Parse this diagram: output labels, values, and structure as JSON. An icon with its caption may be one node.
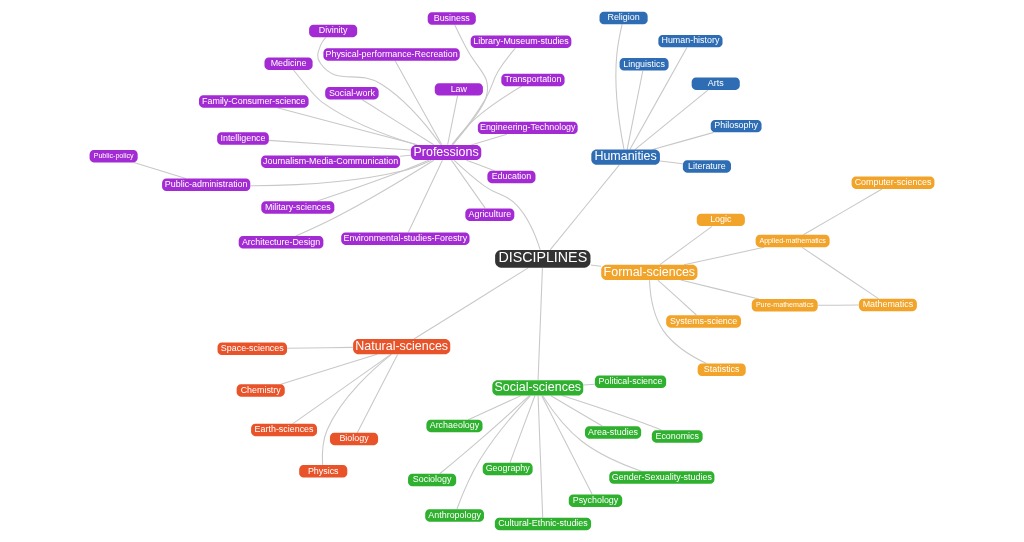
{
  "diagram": {
    "nodes": [
      {
        "text": [
          "DISCIPLINES"
        ]
      },
      {
        "text": [
          "Education"
        ]
      },
      {
        "text": [
          "Professions"
        ]
      },
      {
        "text": [
          "Archaeology"
        ]
      },
      {
        "text": [
          "Area-studies"
        ]
      },
      {
        "text": [
          "Geography"
        ]
      },
      {
        "text": [
          "Anthropology"
        ]
      },
      {
        "text": [
          "Social-sciences"
        ]
      },
      {
        "text": [
          "Cultural-Ethnic-studies"
        ]
      },
      {
        "text": [
          "Gender-Sexuality-studies"
        ]
      },
      {
        "text": [
          "Psychology"
        ]
      },
      {
        "text": [
          "Sociology"
        ]
      },
      {
        "text": [
          "Economics"
        ]
      },
      {
        "text": [
          "Political-science"
        ]
      },
      {
        "text": [
          "Physical-performance-Recreation"
        ]
      },
      {
        "text": [
          "Environmental-studies-Forestry"
        ]
      },
      {
        "text": [
          "Agriculture"
        ]
      },
      {
        "text": [
          "Medicine"
        ]
      },
      {
        "text": [
          "Family-Consumer-science"
        ]
      },
      {
        "text": [
          "Social-work"
        ]
      },
      {
        "text": [
          "Public-administration"
        ]
      },
      {
        "text": [
          "Public-policy"
        ]
      },
      {
        "text": [
          "Law"
        ]
      },
      {
        "text": [
          "Human-history"
        ]
      },
      {
        "text": [
          "Religion"
        ]
      },
      {
        "text": [
          "Literature"
        ]
      },
      {
        "text": [
          "Arts"
        ]
      },
      {
        "text": [
          "Journalism-Media-Communication"
        ]
      },
      {
        "text": [
          "Humanities"
        ]
      },
      {
        "text": [
          "Philosophy"
        ]
      },
      {
        "text": [
          "Linguistics"
        ]
      },
      {
        "text": [
          "Physics"
        ]
      },
      {
        "text": [
          "Natural-sciences"
        ]
      },
      {
        "text": [
          "Chemistry"
        ]
      },
      {
        "text": [
          "Biology"
        ]
      },
      {
        "text": [
          "Earth-sciences"
        ]
      },
      {
        "text": [
          "Space-sciences"
        ]
      },
      {
        "text": [
          "Library-Museum-studies"
        ]
      },
      {
        "text": [
          "Intelligence"
        ]
      },
      {
        "text": [
          "Military-sciences"
        ]
      },
      {
        "text": [
          "Divinity"
        ]
      },
      {
        "text": [
          "Computer-sciences"
        ]
      },
      {
        "text": [
          "Applied-mathematics"
        ]
      },
      {
        "text": [
          "Logic"
        ]
      },
      {
        "text": [
          "Formal-sciences"
        ]
      },
      {
        "text": [
          "Pure-mathematics"
        ]
      },
      {
        "text": [
          "Mathematics"
        ]
      },
      {
        "text": [
          "Statistics"
        ]
      },
      {
        "text": [
          "Systems-science"
        ]
      },
      {
        "text": [
          "Engineering-Technology"
        ]
      },
      {
        "text": [
          "Architecture-Design"
        ]
      },
      {
        "text": [
          "Transportation"
        ]
      },
      {
        "text": [
          "Business"
        ]
      }
    ],
    "edges": [
      {
        "from": 0,
        "to": 7,
        "arrow": "none"
      },
      {
        "from": 0,
        "to": 32,
        "arrow": "none"
      },
      {
        "from": 0,
        "to": 44,
        "arrow": "none"
      },
      {
        "from": 0,
        "to": 2,
        "arrow": "none"
      },
      {
        "from": 0,
        "to": 28,
        "arrow": "none"
      },
      {
        "from": 7,
        "to": 3,
        "arrow": "none"
      },
      {
        "from": 7,
        "to": 4,
        "arrow": "none"
      },
      {
        "from": 7,
        "to": 5,
        "arrow": "none"
      },
      {
        "from": 7,
        "to": 6,
        "arrow": "none"
      },
      {
        "from": 7,
        "to": 8,
        "arrow": "none"
      },
      {
        "from": 7,
        "to": 9,
        "arrow": "none"
      },
      {
        "from": 7,
        "to": 10,
        "arrow": "none"
      },
      {
        "from": 7,
        "to": 11,
        "arrow": "none"
      },
      {
        "from": 7,
        "to": 12,
        "arrow": "none"
      },
      {
        "from": 7,
        "to": 13,
        "arrow": "none"
      },
      {
        "from": 32,
        "to": 31,
        "arrow": "none"
      },
      {
        "from": 32,
        "to": 33,
        "arrow": "none"
      },
      {
        "from": 32,
        "to": 34,
        "arrow": "none"
      },
      {
        "from": 32,
        "to": 35,
        "arrow": "none"
      },
      {
        "from": 32,
        "to": 36,
        "arrow": "none"
      },
      {
        "from": 44,
        "to": 42,
        "arrow": "none"
      },
      {
        "from": 44,
        "to": 43,
        "arrow": "none"
      },
      {
        "from": 44,
        "to": 45,
        "arrow": "none"
      },
      {
        "from": 44,
        "to": 47,
        "arrow": "none"
      },
      {
        "from": 44,
        "to": 48,
        "arrow": "none"
      },
      {
        "from": 42,
        "to": 41,
        "arrow": "none"
      },
      {
        "from": 42,
        "to": 46,
        "arrow": "none"
      },
      {
        "from": 45,
        "to": 46,
        "arrow": "none"
      },
      {
        "from": 2,
        "to": 1,
        "arrow": "none"
      },
      {
        "from": 2,
        "to": 14,
        "arrow": "none"
      },
      {
        "from": 2,
        "to": 15,
        "arrow": "none"
      },
      {
        "from": 2,
        "to": 16,
        "arrow": "none"
      },
      {
        "from": 2,
        "to": 17,
        "arrow": "none"
      },
      {
        "from": 2,
        "to": 18,
        "arrow": "none"
      },
      {
        "from": 2,
        "to": 19,
        "arrow": "none"
      },
      {
        "from": 2,
        "to": 20,
        "arrow": "none"
      },
      {
        "from": 2,
        "to": 22,
        "arrow": "none"
      },
      {
        "from": 2,
        "to": 27,
        "arrow": "none"
      },
      {
        "from": 2,
        "to": 37,
        "arrow": "none"
      },
      {
        "from": 2,
        "to": 38,
        "arrow": "none"
      },
      {
        "from": 2,
        "to": 39,
        "arrow": "none"
      },
      {
        "from": 2,
        "to": 40,
        "arrow": "none"
      },
      {
        "from": 2,
        "to": 49,
        "arrow": "none"
      },
      {
        "from": 2,
        "to": 50,
        "arrow": "none"
      },
      {
        "from": 2,
        "to": 51,
        "arrow": "none"
      },
      {
        "from": 2,
        "to": 52,
        "arrow": "none"
      },
      {
        "from": 20,
        "to": 21,
        "arrow": "none"
      },
      {
        "from": 28,
        "to": 23,
        "arrow": "none"
      },
      {
        "from": 28,
        "to": 24,
        "arrow": "none"
      },
      {
        "from": 28,
        "to": 25,
        "arrow": "none"
      },
      {
        "from": 28,
        "to": 26,
        "arrow": "none"
      },
      {
        "from": 28,
        "to": 29,
        "arrow": "none"
      },
      {
        "from": 28,
        "to": 30,
        "arrow": "none"
      }
    ]
  }
}
